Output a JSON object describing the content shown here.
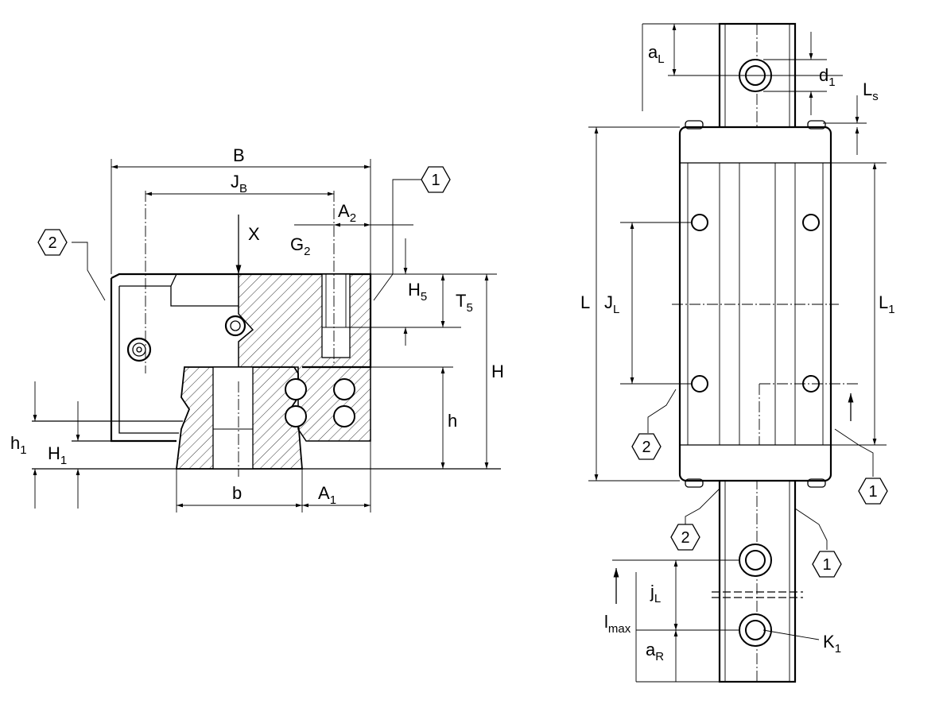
{
  "front_view": {
    "B": {
      "main": "B"
    },
    "JB": {
      "main": "J",
      "sub": "B"
    },
    "A2": {
      "main": "A",
      "sub": "2"
    },
    "X": {
      "main": "X"
    },
    "G2": {
      "main": "G",
      "sub": "2"
    },
    "H5": {
      "main": "H",
      "sub": "5"
    },
    "T5": {
      "main": "T",
      "sub": "5"
    },
    "H": {
      "main": "H"
    },
    "h": {
      "main": "h"
    },
    "h1": {
      "main": "h",
      "sub": "1"
    },
    "H1": {
      "main": "H",
      "sub": "1"
    },
    "b": {
      "main": "b"
    },
    "A1": {
      "main": "A",
      "sub": "1"
    },
    "callout_1": "1",
    "callout_2": "2"
  },
  "top_view": {
    "aL": {
      "main": "a",
      "sub": "L"
    },
    "d1": {
      "main": "d",
      "sub": "1"
    },
    "Ls": {
      "main": "L",
      "sub": "s"
    },
    "L": {
      "main": "L"
    },
    "JL": {
      "main": "J",
      "sub": "L"
    },
    "L1": {
      "main": "L",
      "sub": "1"
    },
    "jL": {
      "main": "j",
      "sub": "L"
    },
    "lmax": {
      "main": "l",
      "sub": "max"
    },
    "aR": {
      "main": "a",
      "sub": "R"
    },
    "K1": {
      "main": "K",
      "sub": "1"
    },
    "callouts": [
      "2",
      "1",
      "2",
      "1"
    ]
  }
}
